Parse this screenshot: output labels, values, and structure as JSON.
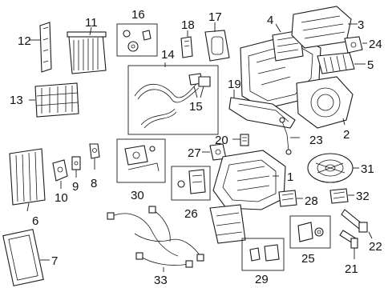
{
  "diagram": {
    "callouts": {
      "c1": "1",
      "c2": "2",
      "c3": "3",
      "c4": "4",
      "c5": "5",
      "c6": "6",
      "c7": "7",
      "c8": "8",
      "c9": "9",
      "c10": "10",
      "c11": "11",
      "c12": "12",
      "c13": "13",
      "c14": "14",
      "c15": "15",
      "c16": "16",
      "c17": "17",
      "c18": "18",
      "c19": "19",
      "c20": "20",
      "c21": "21",
      "c22": "22",
      "c23": "23",
      "c24": "24",
      "c25": "25",
      "c26": "26",
      "c27": "27",
      "c28": "28",
      "c29": "29",
      "c30": "30",
      "c31": "31",
      "c32": "32",
      "c33": "33"
    }
  }
}
